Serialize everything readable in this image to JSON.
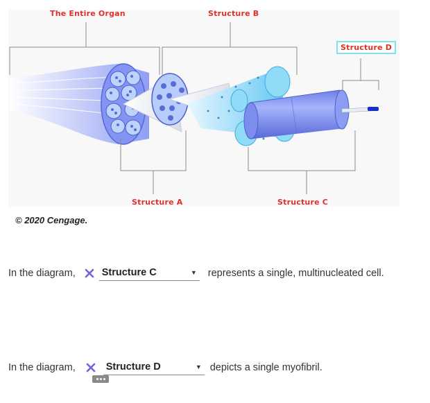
{
  "diagram": {
    "labels": {
      "entire_organ": "The Entire Organ",
      "structure_a": "Structure A",
      "structure_b": "Structure B",
      "structure_c": "Structure C",
      "structure_d": "Structure D"
    },
    "colors": {
      "label": "#e0302a",
      "highlight_border": "#7fe0ee",
      "bracket": "#8c8c8c",
      "muscle_blue": "#7f8ef0",
      "fascicle_light": "#b9d6fb",
      "fiber_cyan": "#63c7f2",
      "myofibril": "#1a2fc9"
    },
    "copyright": "© 2020 Cengage."
  },
  "questions": [
    {
      "prefix": "In the diagram,",
      "status": "incorrect",
      "status_icon": "x-mark-icon",
      "selected": "Structure C",
      "suffix": "represents a single, multinucleated cell."
    },
    {
      "prefix": "In the diagram,",
      "status": "incorrect",
      "status_icon": "x-mark-icon",
      "selected": "Structure D",
      "suffix": "depicts a single myofibril."
    }
  ]
}
